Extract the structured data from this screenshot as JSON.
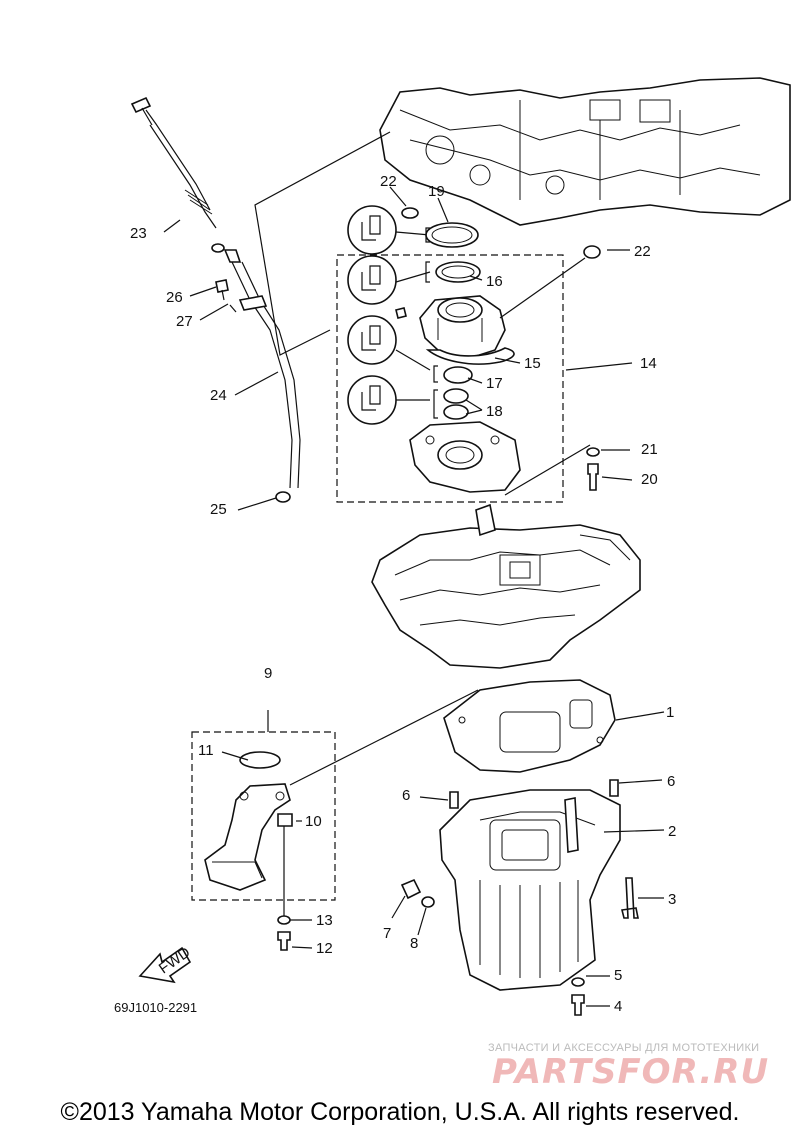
{
  "callouts": [
    {
      "id": "1",
      "text": "1"
    },
    {
      "id": "2",
      "text": "2"
    },
    {
      "id": "3",
      "text": "3"
    },
    {
      "id": "4",
      "text": "4"
    },
    {
      "id": "5",
      "text": "5"
    },
    {
      "id": "6a",
      "text": "6"
    },
    {
      "id": "6b",
      "text": "6"
    },
    {
      "id": "7",
      "text": "7"
    },
    {
      "id": "8",
      "text": "8"
    },
    {
      "id": "9",
      "text": "9"
    },
    {
      "id": "10",
      "text": "10"
    },
    {
      "id": "11",
      "text": "11"
    },
    {
      "id": "12",
      "text": "12"
    },
    {
      "id": "13",
      "text": "13"
    },
    {
      "id": "14",
      "text": "14"
    },
    {
      "id": "15",
      "text": "15"
    },
    {
      "id": "16",
      "text": "16"
    },
    {
      "id": "17",
      "text": "17"
    },
    {
      "id": "18",
      "text": "18"
    },
    {
      "id": "19",
      "text": "19"
    },
    {
      "id": "20",
      "text": "20"
    },
    {
      "id": "21",
      "text": "21"
    },
    {
      "id": "22a",
      "text": "22"
    },
    {
      "id": "22b",
      "text": "22"
    },
    {
      "id": "23",
      "text": "23"
    },
    {
      "id": "24",
      "text": "24"
    },
    {
      "id": "25",
      "text": "25"
    },
    {
      "id": "26",
      "text": "26"
    },
    {
      "id": "27",
      "text": "27"
    }
  ],
  "fwd_label": "FWD",
  "diagram_code": "69J1010-2291",
  "watermark_small": "ЗАПЧАСТИ И АКСЕССУАРЫ ДЛЯ МОТОТЕХНИКИ",
  "watermark_brand": "PARTSFOR.RU",
  "copyright": "©2013 Yamaha Motor Corporation, U.S.A. All rights reserved."
}
